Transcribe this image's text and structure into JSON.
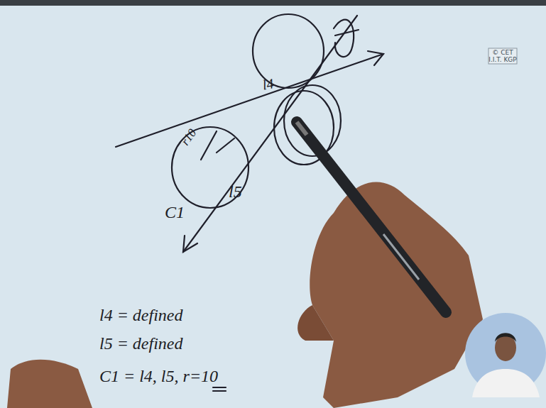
{
  "diagram": {
    "labels": [
      "r10",
      "l4",
      "l5",
      "C1",
      "l4 = defined",
      "l5 = defined",
      "C1 = l4, l5, r=10",
      "© CET",
      "I.I.T. KGP"
    ]
  }
}
